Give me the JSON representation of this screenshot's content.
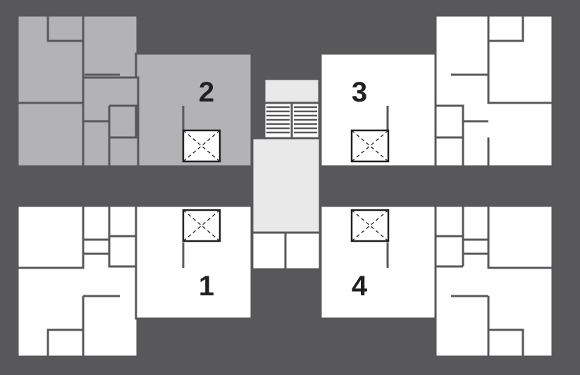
{
  "colors": {
    "background": "#58585a",
    "unit_fill": "#ffffff",
    "highlight_fill": "#b3b3b5",
    "core_fill": "#e9e9ea",
    "wall": "#58585a",
    "label": "#231f20"
  },
  "units": [
    {
      "number": "1",
      "highlighted": false
    },
    {
      "number": "2",
      "highlighted": true
    },
    {
      "number": "3",
      "highlighted": false
    },
    {
      "number": "4",
      "highlighted": false
    }
  ],
  "icons": {
    "elevator": "elevator-shaft-icon",
    "stair": "staircase-icon"
  }
}
